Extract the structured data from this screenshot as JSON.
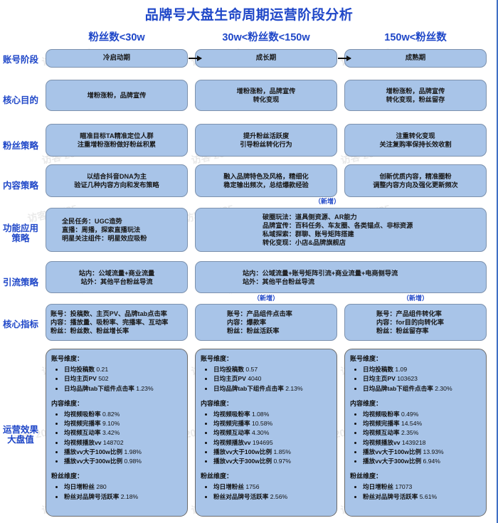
{
  "title": "品牌号大盘生命周期运营阶段分析",
  "columns": [
    {
      "header": "粉丝数<30w"
    },
    {
      "header": "30w<粉丝数<150w"
    },
    {
      "header": "150w<粉丝数"
    }
  ],
  "annotations": {
    "new_label": "（新增）"
  },
  "watermark": "访客 20585",
  "rows": [
    {
      "label": "账号阶段",
      "cells": [
        "冷启动期",
        "成长期",
        "成熟期"
      ]
    },
    {
      "label": "核心目的",
      "cells": [
        "增粉涨粉，品牌宣传",
        "增粉涨粉，品牌宣传\n转化变现",
        "增粉涨粉，品牌宣传\n转化变现，粉丝留存"
      ]
    },
    {
      "label": "粉丝策略",
      "cells": [
        "瞄准目标TA精准定位人群\n注重增粉涨粉做好粉丝积累",
        "提升粉丝活跃度\n引导粉丝转化行为",
        "注重转化变现\n关注复购率保持长效收割"
      ]
    },
    {
      "label": "内容策略",
      "cells": [
        "以结合抖音DNA为主\n验证几种内容方向和发布策略",
        "融入品牌特色及风格，精细化\n稳定输出频次，总结爆款经验",
        "创新优质内容，精准圈粉\n调整内容方向及强化更新频次"
      ]
    },
    {
      "label": "功能应用\n策略",
      "cells": [
        "全民任务：UGC造势\n直播：周播，探索直播玩法\n明星关注组件：明星效应吸粉",
        "破圈玩法：道具侧资源、AR能力\n品牌宣传：百科任务、车友圈、各类锚点、非标资源\n私域探索：群聊、账号矩阵搭建\n转化变现：小店&品牌旗舰店"
      ]
    },
    {
      "label": "引流策略",
      "cells": [
        "站内：公域流量+商业流量\n站外：其他平台粉丝导流",
        "站内：公域流量+账号矩阵引流+商业流量+电商侧导流\n站外：其他平台粉丝导流"
      ]
    },
    {
      "label": "核心指标",
      "cells": [
        "账号：投稿数、主页PV、品牌tab点击率\n内容：播放量、吸粉率、完播率、互动率\n粉丝：粉丝数、粉丝增长率",
        "账号：产品组件点击率\n内容：爆款率\n粉丝：粉丝活跃率",
        "账号：产品组件转化率\n内容：for目的向转化率\n粉丝：粉丝留存率"
      ]
    }
  ],
  "metrics_row": {
    "label": "运营效果\n大盘值",
    "dimension_headers": {
      "account": "账号维度：",
      "content": "内容维度：",
      "fans": "粉丝维度："
    },
    "columns": [
      {
        "account": [
          {
            "name": "日均投稿数",
            "value": "0.21"
          },
          {
            "name": "日均主页PV",
            "value": "502"
          },
          {
            "name": "日均品牌tab下组件点击率",
            "value": "1.23%"
          }
        ],
        "content": [
          {
            "name": "均视频吸粉率",
            "value": "0.82%"
          },
          {
            "name": "均视频完播率",
            "value": "9.10%"
          },
          {
            "name": "均视频互动率",
            "value": "3.42%"
          },
          {
            "name": "均视频播放vv",
            "value": "148702"
          },
          {
            "name": "播放vv大于100w比例",
            "value": "1.98%"
          },
          {
            "name": "播放vv大于300w比例",
            "value": "0.98%"
          }
        ],
        "fans": [
          {
            "name": "均日增粉丝",
            "value": "280"
          },
          {
            "name": "粉丝对品牌号活跃率",
            "value": "2.18%"
          }
        ]
      },
      {
        "account": [
          {
            "name": "日均投稿数",
            "value": "0.57"
          },
          {
            "name": "日均主页PV",
            "value": "4040"
          },
          {
            "name": "日均品牌tab下组件点击率",
            "value": "2.13%"
          }
        ],
        "content": [
          {
            "name": "均视频吸粉率",
            "value": "1.08%"
          },
          {
            "name": "均视频完播率",
            "value": "10.58%"
          },
          {
            "name": "均视频互动率",
            "value": "4.30%"
          },
          {
            "name": "均视频播放vv",
            "value": "194695"
          },
          {
            "name": "播放vv大于100w比例",
            "value": "1.85%"
          },
          {
            "name": "播放vv大于300w比例",
            "value": "0.97%"
          }
        ],
        "fans": [
          {
            "name": "均日增粉丝",
            "value": "1756"
          },
          {
            "name": "粉丝对品牌号活跃率",
            "value": "2.56%"
          }
        ]
      },
      {
        "account": [
          {
            "name": "日均投稿数",
            "value": "1.09"
          },
          {
            "name": "日均主页PV",
            "value": "103623"
          },
          {
            "name": "日均品牌tab下组件点击率",
            "value": "2.30%"
          }
        ],
        "content": [
          {
            "name": "均视频吸粉率",
            "value": "0.49%"
          },
          {
            "name": "均视频完播率",
            "value": "14.54%"
          },
          {
            "name": "均视频互动率",
            "value": "2.35%"
          },
          {
            "name": "均视频播放vv",
            "value": "1439218"
          },
          {
            "name": "播放vv大于100w比例",
            "value": "13.93%"
          },
          {
            "name": "播放vv大于300w比例",
            "value": "6.94%"
          }
        ],
        "fans": [
          {
            "name": "均日增粉丝",
            "value": "17073"
          },
          {
            "name": "粉丝对品牌号活跃率",
            "value": "5.61%"
          }
        ]
      }
    ]
  },
  "theme": {
    "accent": "#1f47c8",
    "box_fill": "#a8c4e8",
    "box_border": "#7c91ad",
    "arrow": "#111111",
    "page_border": "#3f6fc4"
  }
}
